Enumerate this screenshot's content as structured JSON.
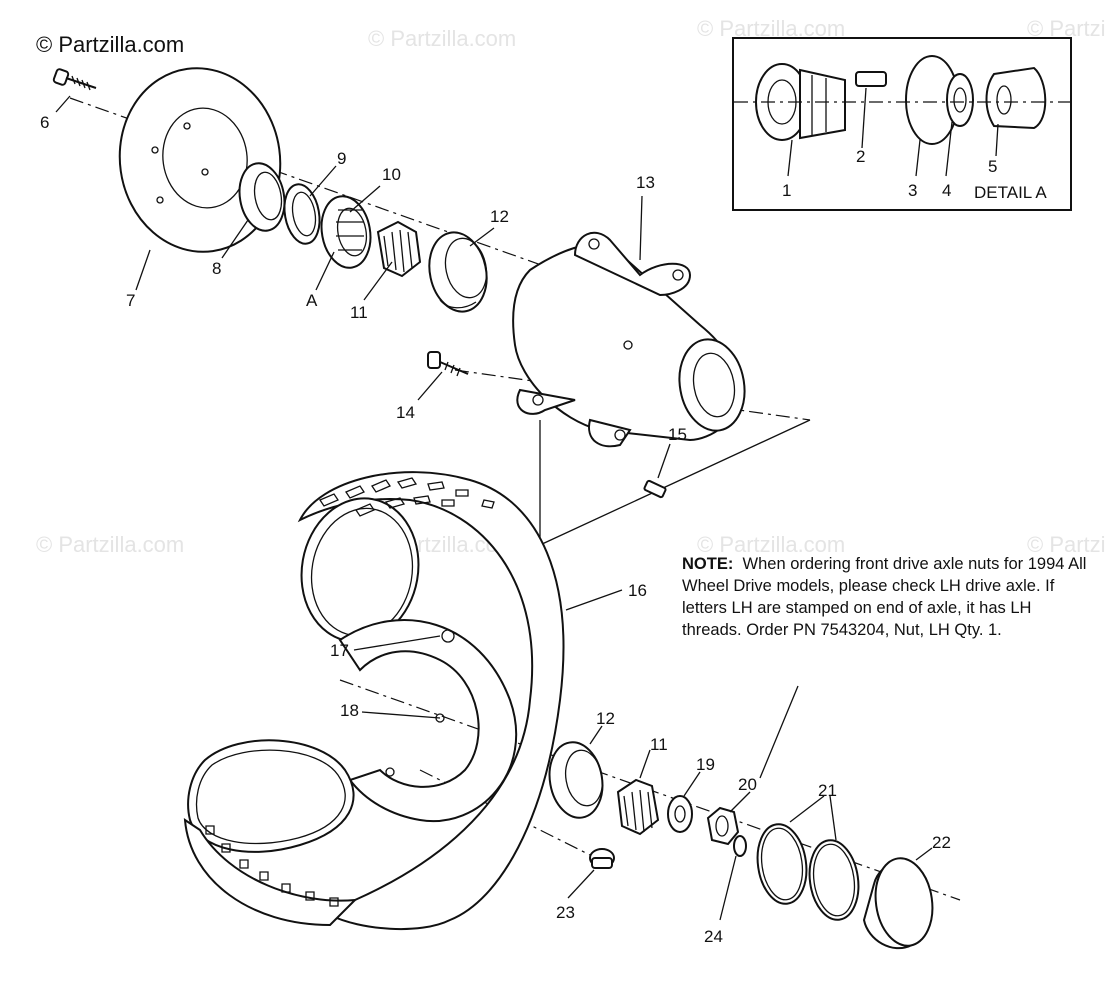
{
  "watermark": {
    "main": "© Partzilla.com",
    "repeat": "© Partzilla.com"
  },
  "detail_box": {
    "title": "DETAIL A",
    "labels": [
      "1",
      "2",
      "3",
      "4",
      "5"
    ]
  },
  "callouts": {
    "p6": "6",
    "p7": "7",
    "p8": "8",
    "p9": "9",
    "p10": "10",
    "pA": "A",
    "p11a": "11",
    "p12a": "12",
    "p13": "13",
    "p14": "14",
    "p15": "15",
    "p16": "16",
    "p17": "17",
    "p18": "18",
    "p12b": "12",
    "p11b": "11",
    "p19": "19",
    "p20": "20",
    "p21": "21",
    "p22": "22",
    "p23": "23",
    "p24": "24"
  },
  "note": {
    "label": "NOTE:",
    "text": "When ordering front drive axle nuts for 1994 All Wheel Drive models, please check LH drive axle.  If letters LH are stamped on end of axle, it has LH threads. Order PN 7543204, Nut, LH Qty. 1."
  }
}
